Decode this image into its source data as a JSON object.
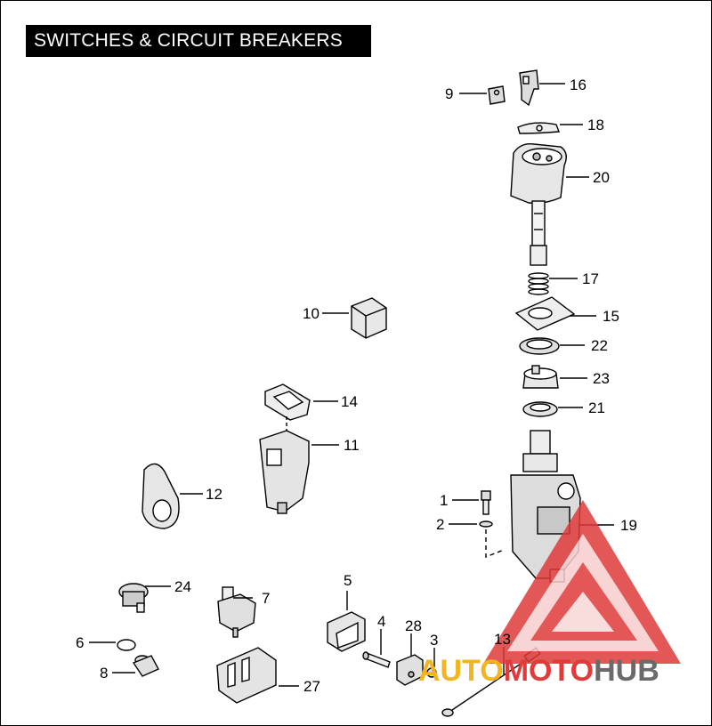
{
  "title": "SWITCHES & CIRCUIT BREAKERS",
  "callouts": {
    "c1": "1",
    "c2": "2",
    "c3": "3",
    "c4": "4",
    "c5": "5",
    "c6": "6",
    "c7": "7",
    "c8": "8",
    "c9": "9",
    "c10": "10",
    "c11": "11",
    "c12": "12",
    "c13": "13",
    "c14": "14",
    "c15": "15",
    "c16": "16",
    "c17": "17",
    "c18": "18",
    "c19": "19",
    "c20": "20",
    "c21": "21",
    "c22": "22",
    "c23": "23",
    "c24": "24",
    "c27": "27",
    "c28": "28"
  },
  "watermark": {
    "part1": "AUTO",
    "part2": "MOTO",
    "part3": "HUB",
    "accent_color": "#e03a3a",
    "gold_color": "#f2b51f",
    "gray_color": "#6a6a6a"
  }
}
